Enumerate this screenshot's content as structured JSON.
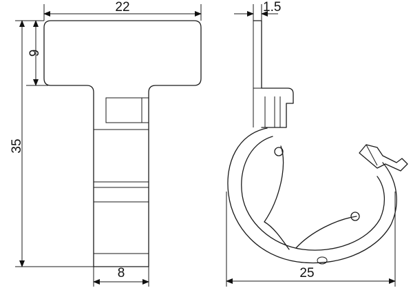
{
  "dimensions": {
    "top_width": "22",
    "head_height": "9",
    "total_height": "35",
    "stem_width": "8",
    "thickness": "1.5",
    "clip_width": "25"
  }
}
